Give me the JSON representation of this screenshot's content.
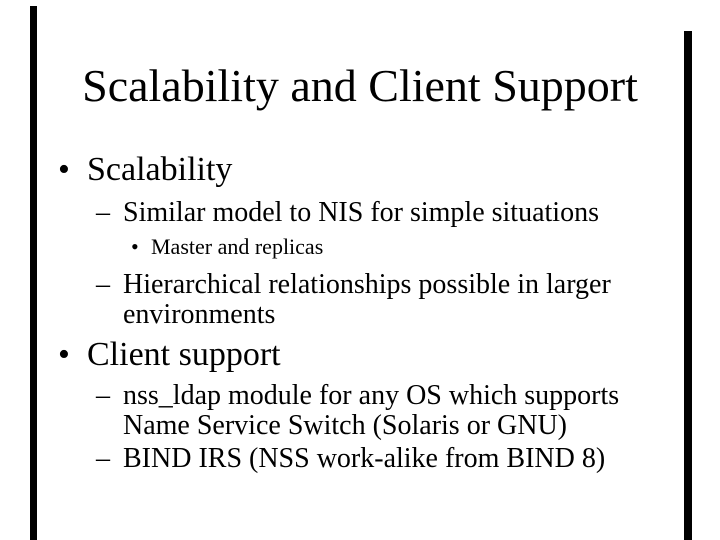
{
  "slide": {
    "title": "Scalability and Client Support",
    "bullets": [
      {
        "level": 1,
        "marker": "•",
        "text": "Scalability"
      },
      {
        "level": 2,
        "marker": "–",
        "text": "Similar model to NIS for simple situations"
      },
      {
        "level": 3,
        "marker": "•",
        "text": "Master and replicas"
      },
      {
        "level": 2,
        "marker": "–",
        "text": "Hierarchical relationships possible in larger environments"
      },
      {
        "level": 1,
        "marker": "•",
        "text": "Client support"
      },
      {
        "level": 2,
        "marker": "–",
        "text": "nss_ldap module for any OS which supports Name Service Switch (Solaris or GNU)"
      },
      {
        "level": 2,
        "marker": "–",
        "text": "BIND IRS (NSS work-alike from BIND 8)"
      }
    ],
    "colors": {
      "background": "#ffffff",
      "text": "#000000",
      "edge_bar": "#000000"
    }
  }
}
